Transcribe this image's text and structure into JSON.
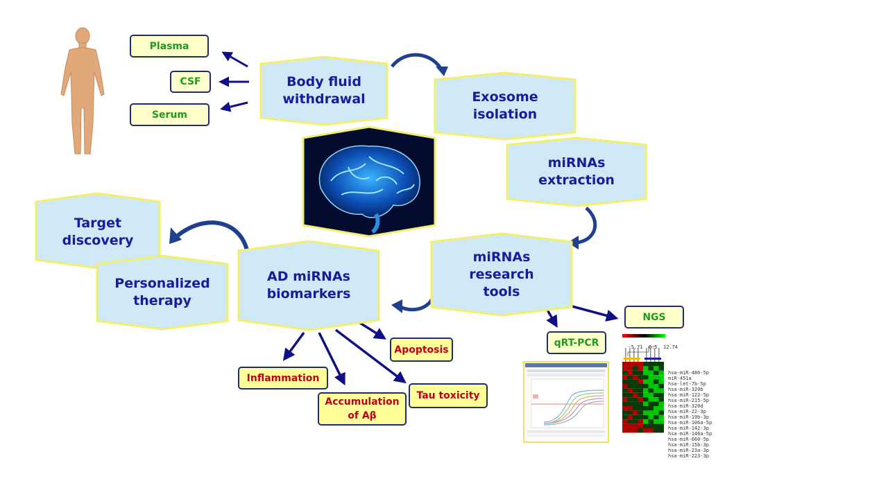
{
  "hexagons": {
    "body_fluid": "Body fluid\nwithdrawal",
    "exosome": "Exosome\nisolation",
    "mirna_extraction": "miRNAs\nextraction",
    "research_tools": "miRNAs\nresearch\ntools",
    "ad_biomarkers": "AD miRNAs\nbiomarkers",
    "target_discovery": "Target\ndiscovery",
    "personalized": "Personalized\ntherapy"
  },
  "fluids": {
    "plasma": "Plasma",
    "csf": "CSF",
    "serum": "Serum"
  },
  "tools": {
    "ngs": "NGS",
    "qrtpcr": "qRT-PCR"
  },
  "effects": {
    "apoptosis": "Apoptosis",
    "inflammation": "Inflammation",
    "accumulation": "Accumulation\nof Aβ",
    "tau": "Tau toxicity"
  },
  "heatmap": {
    "scale": [
      "-5.71",
      "6.5",
      "12.74"
    ],
    "scale_colors": [
      "#ff0000",
      "#000000",
      "#00ff00"
    ],
    "mirnas": [
      "hsa-miR-486-5p",
      "miR-451a",
      "hsa-let-7b-5p",
      "hsa-miR-320b",
      "hsa-miR-122-5p",
      "hsa-miR-215-5p",
      "hsa-miR-320d",
      "hsa-miR-22-3p",
      "hsa-miR-19b-3p",
      "hsa-miR-106a-5p",
      "hsa-miR-142-3p",
      "hsa-miR-146a-5p",
      "hsa-miR-660-5p",
      "hsa-miR-15b-3p",
      "hsa-miR-23a-3p",
      "hsa-miR-223-3p"
    ]
  },
  "colors": {
    "hex_fill": "#cfe9f7",
    "hex_border": "#f2ef6a",
    "arrow": "#0f0f86",
    "label": "#1a1a9c"
  }
}
